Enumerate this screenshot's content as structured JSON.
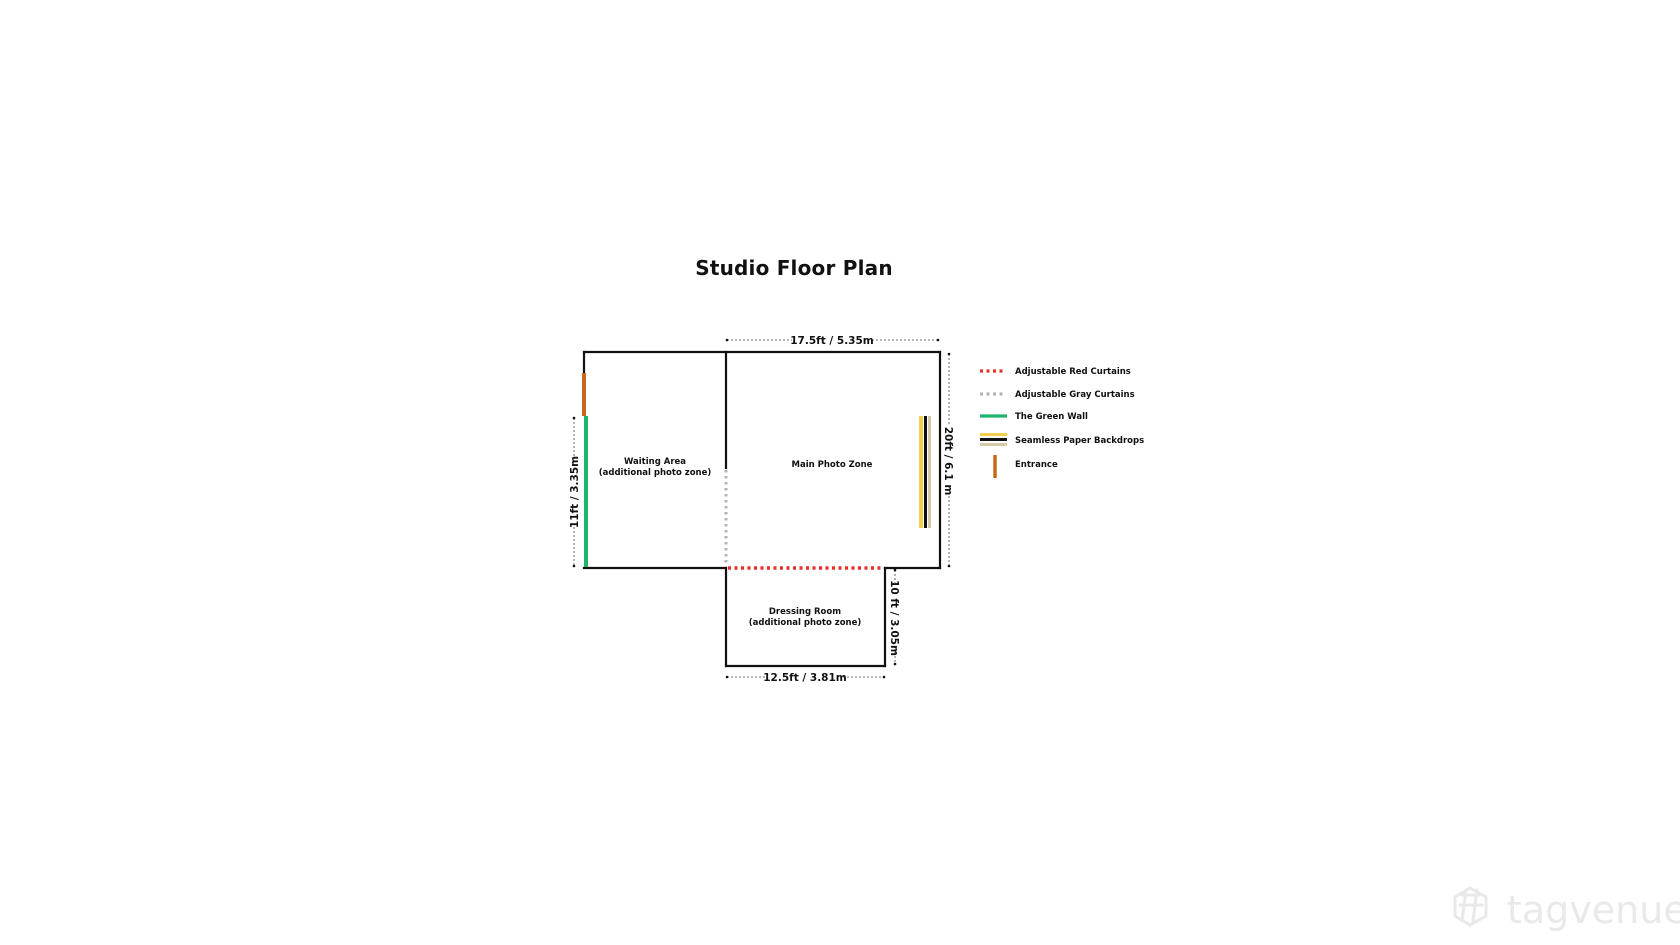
{
  "title": "Studio Floor Plan",
  "rooms": {
    "waiting_area": [
      "Waiting Area",
      "(additional photo zone)"
    ],
    "main_photo_zone": [
      "Main Photo Zone"
    ],
    "dressing_room": [
      "Dressing Room",
      "(additional photo zone)"
    ]
  },
  "dimensions": {
    "top_width": "17.5ft / 5.35m",
    "right_height": "20ft / 6.1 m",
    "left_height": "11ft / 3.35m",
    "dressing_height": "10 ft / 3.05m",
    "bottom_width": "12.5ft / 3.81m"
  },
  "legend": [
    {
      "label": "Adjustable Red Curtains",
      "symbol": "red-dotted-line",
      "color": "#e8302a"
    },
    {
      "label": "Adjustable Gray Curtains",
      "symbol": "gray-dotted-line",
      "color": "#b5b5b5"
    },
    {
      "label": "The Green Wall",
      "symbol": "green-line",
      "color": "#1db56a"
    },
    {
      "label": "Seamless Paper Backdrops",
      "symbol": "backdrop-stripes",
      "colors": [
        "#f2d04b",
        "#111111",
        "#d6c9a6"
      ]
    },
    {
      "label": "Entrance",
      "symbol": "entrance-bar",
      "color": "#c36a1f"
    }
  ],
  "watermark": "tagvenue",
  "colors": {
    "wall": "#111111",
    "red_curtain": "#e8302a",
    "gray_curtain": "#b5b5b5",
    "green_wall": "#1db56a",
    "entrance": "#c36a1f",
    "backdrop_yellow": "#f2d04b",
    "backdrop_beige": "#d6c9a6"
  }
}
